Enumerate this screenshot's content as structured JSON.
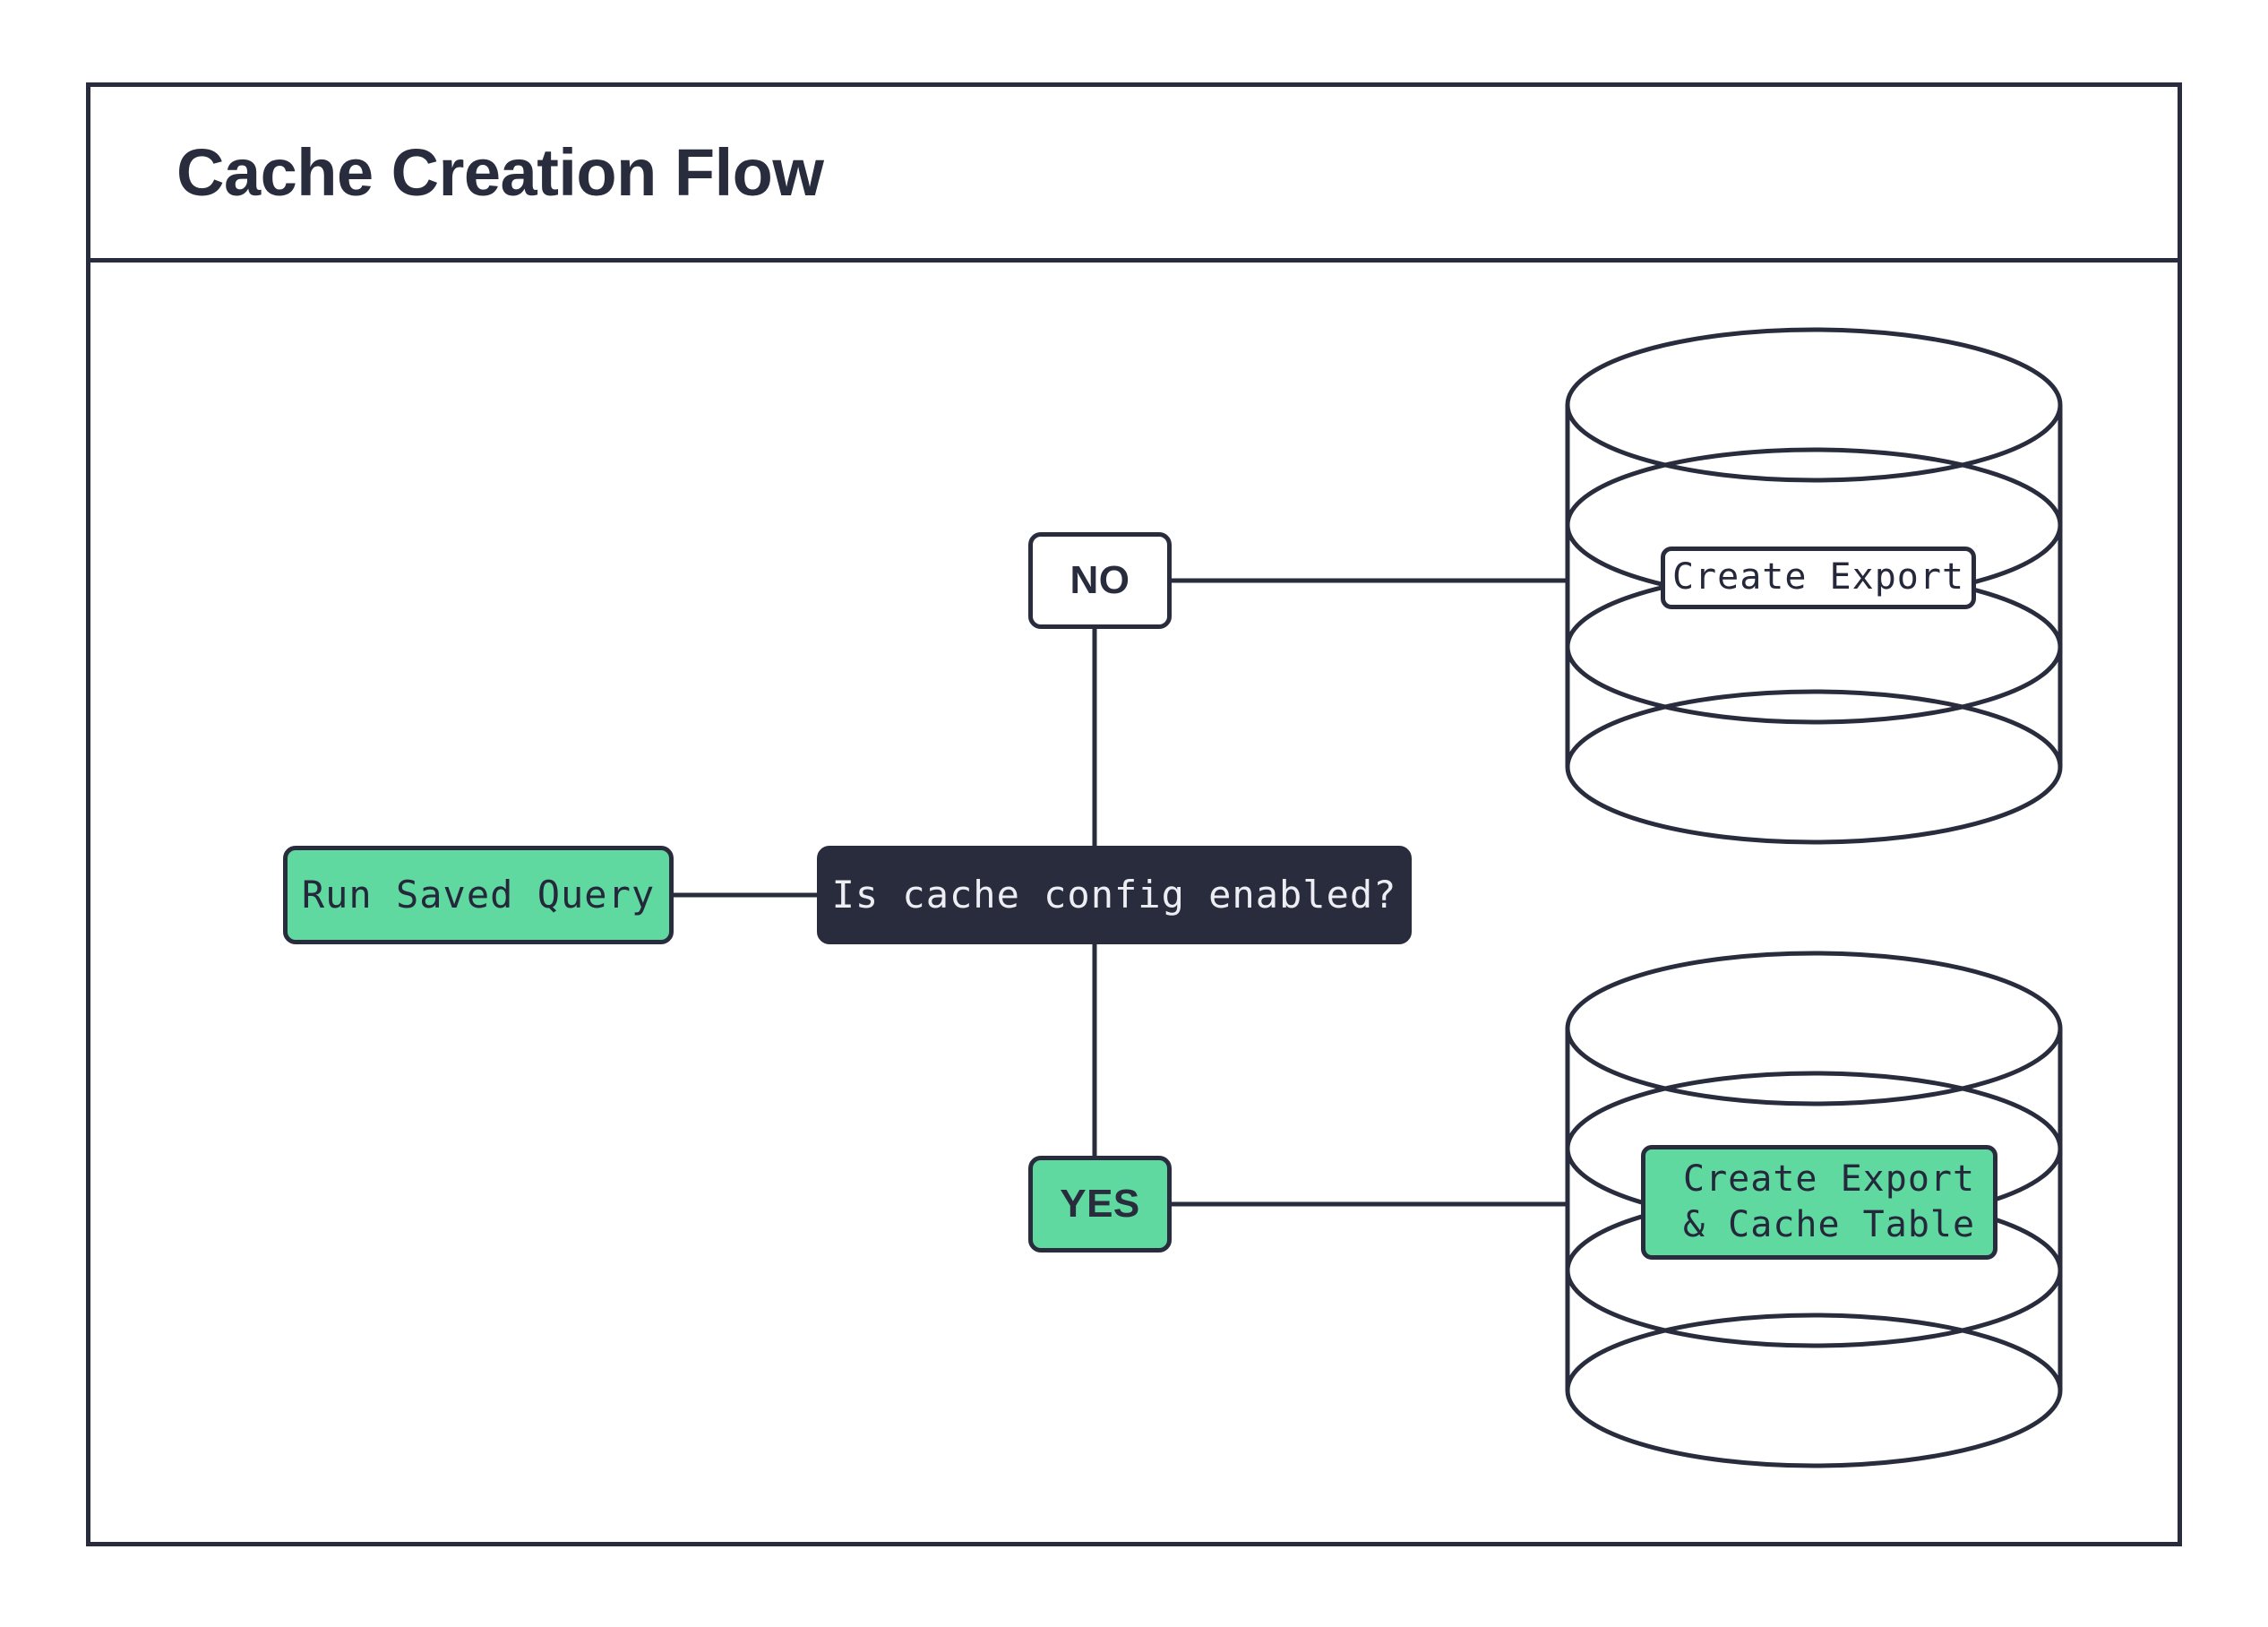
{
  "diagram": {
    "title": "Cache Creation Flow",
    "type": "flowchart",
    "colors": {
      "accent_green": "#5fd9a0",
      "dark_navy": "#282c3c",
      "text_light": "#eceef3",
      "background": "#ffffff"
    },
    "nodes": [
      {
        "id": "run-saved-query",
        "label": "Run Saved Query",
        "shape": "rounded-rect",
        "fill": "#5fd9a0"
      },
      {
        "id": "decision",
        "label": "Is cache config enabled?",
        "shape": "rounded-rect",
        "fill": "#282c3c"
      },
      {
        "id": "branch-no",
        "label": "NO",
        "shape": "rounded-rect",
        "fill": "#ffffff"
      },
      {
        "id": "branch-yes",
        "label": "YES",
        "shape": "rounded-rect",
        "fill": "#5fd9a0"
      },
      {
        "id": "create-export",
        "label": "Create Export",
        "shape": "database-label",
        "fill": "#ffffff"
      },
      {
        "id": "create-export-cache",
        "label_line1": "Create Export",
        "label_line2": "& Cache Table",
        "shape": "database-label",
        "fill": "#5fd9a0"
      }
    ],
    "databases": [
      {
        "id": "db-top",
        "contains": "create-export"
      },
      {
        "id": "db-bottom",
        "contains": "create-export-cache"
      }
    ],
    "edges": [
      {
        "from": "run-saved-query",
        "to": "decision",
        "label": ""
      },
      {
        "from": "decision",
        "to": "branch-no",
        "label": ""
      },
      {
        "from": "decision",
        "to": "branch-yes",
        "label": ""
      },
      {
        "from": "branch-no",
        "to": "db-top",
        "label": ""
      },
      {
        "from": "branch-yes",
        "to": "db-bottom",
        "label": ""
      }
    ]
  }
}
